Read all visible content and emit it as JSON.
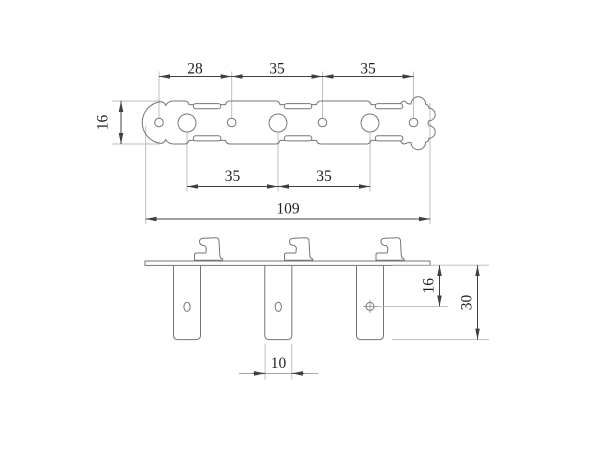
{
  "drawing": {
    "background_color": "#ffffff",
    "outline_color": "#757575",
    "dimension_color": "#404040",
    "extension_color": "#b8b8b8",
    "text_color": "#1f1f1f",
    "top_view": {
      "spacing_top": [
        {
          "value": "28"
        },
        {
          "value": "35"
        },
        {
          "value": "35"
        }
      ],
      "plate_width": {
        "value": "16"
      },
      "spacing_bottom": [
        {
          "value": "35"
        },
        {
          "value": "35"
        }
      ],
      "overall_length": {
        "value": "109"
      }
    },
    "front_view": {
      "hole_offset": {
        "value": "16"
      },
      "total_depth": {
        "value": "30"
      },
      "leg_width": {
        "value": "10"
      }
    }
  }
}
